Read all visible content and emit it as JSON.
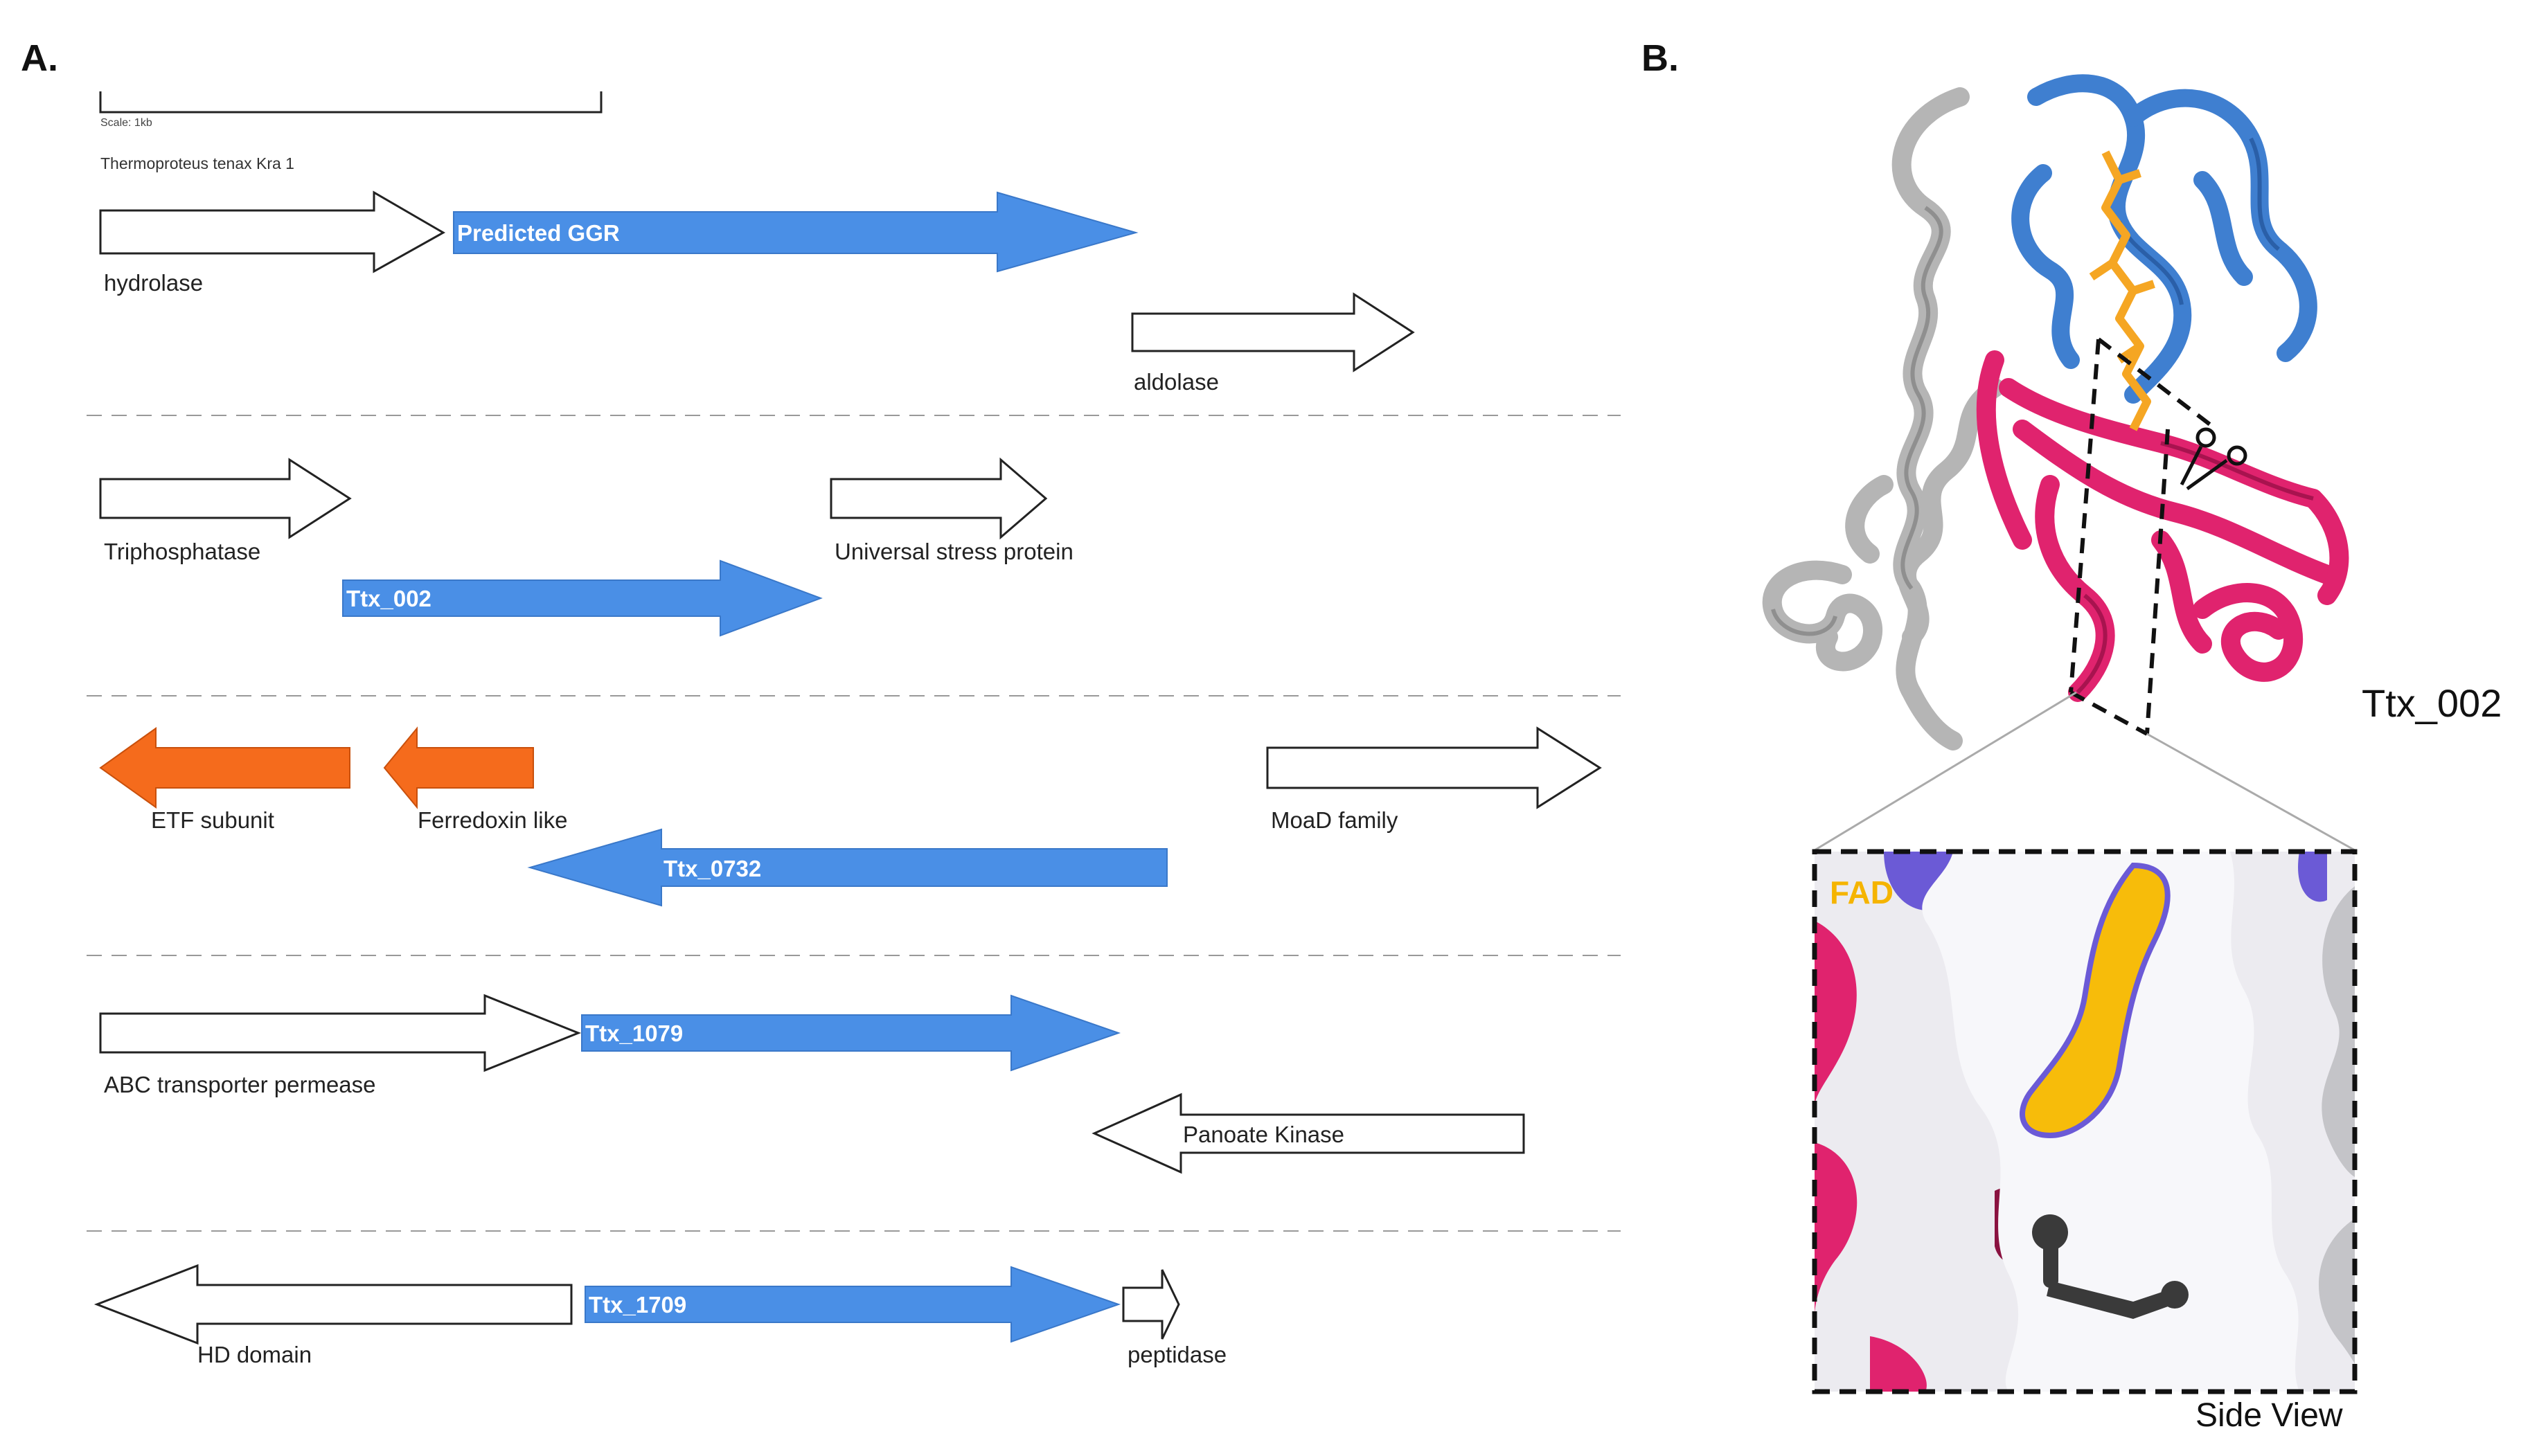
{
  "panels": {
    "a": "A.",
    "b": "B."
  },
  "scale": {
    "label": "Scale: 1kb"
  },
  "organism": "Thermoproteus tenax Kra 1",
  "colors": {
    "target": "#4a8fe6",
    "etf": "#f56b1c",
    "outline": "#222222",
    "structure_blue": "#3f7fd0",
    "structure_pink": "#e0236e",
    "structure_grey": "#b5b5b5",
    "fad": "#f5b400"
  },
  "genes": {
    "hydrolase": "hydrolase",
    "ggr": "Predicted GGR",
    "aldolase": "aldolase",
    "triphosphatase": "Triphosphatase",
    "usp": "Universal stress protein",
    "ttx002": "Ttx_002",
    "etf": "ETF subunit",
    "ferredoxin": "Ferredoxin like",
    "moad": "MoaD family",
    "ttx0732": "Ttx_0732",
    "abc": "ABC transporter permease",
    "ttx1079": "Ttx_1079",
    "panoate": "Panoate Kinase",
    "hd": "HD domain",
    "ttx1709": "Ttx_1709",
    "peptidase": "peptidase"
  },
  "structure": {
    "label": "Ttx_002",
    "inset_label": "FAD",
    "view": "Side View"
  }
}
